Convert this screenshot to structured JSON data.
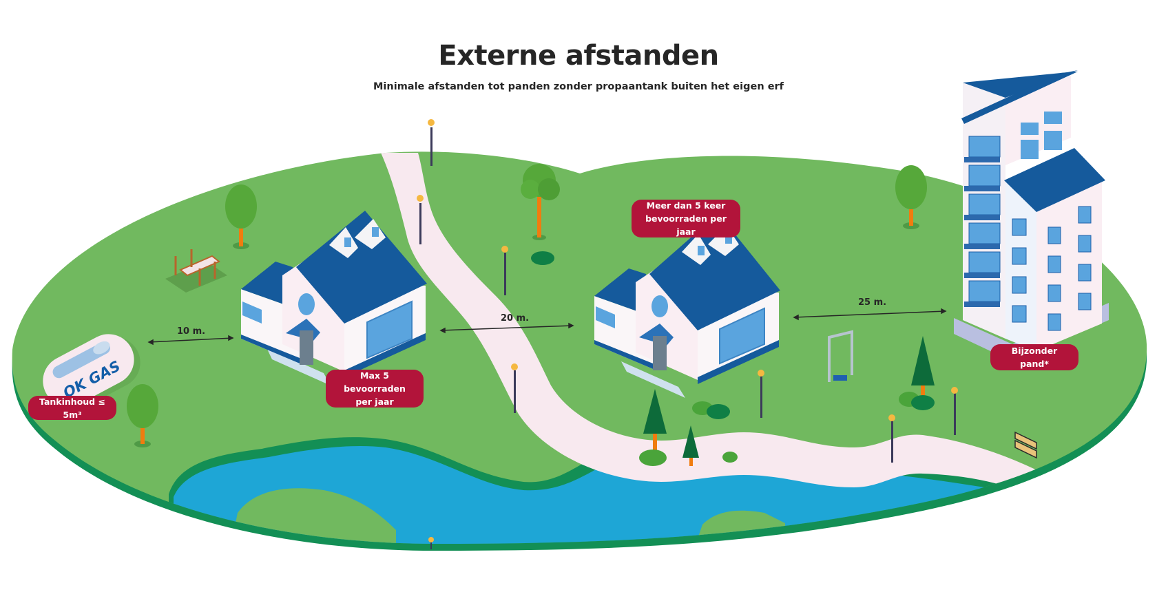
{
  "header": {
    "title": "Externe afstanden",
    "subtitle": "Minimale afstanden tot panden zonder propaantank buiten het eigen erf"
  },
  "tank": {
    "brand_label": "OK GAS",
    "badge": "Tankinhoud ≤ 5m³"
  },
  "distances": [
    {
      "label": "10 m.",
      "from": "tank",
      "to": "house-1"
    },
    {
      "label": "20 m.",
      "from": "house-1",
      "to": "house-2"
    },
    {
      "label": "25 m.",
      "from": "house-2",
      "to": "special-building"
    }
  ],
  "badges": {
    "house_1": [
      "Max 5 bevoorraden",
      "per jaar"
    ],
    "house_2": [
      "Meer dan 5 keer",
      "bevoorraden per jaar"
    ],
    "building": "Bijzonder pand*"
  },
  "colors": {
    "grass": "#71b95f",
    "grass_edge": "#138f55",
    "water": "#1ea6d6",
    "path": "#f8e9ef",
    "roof": "#155a9c",
    "window": "#5aa4de",
    "badge": "#b2143a",
    "text": "#262626"
  }
}
